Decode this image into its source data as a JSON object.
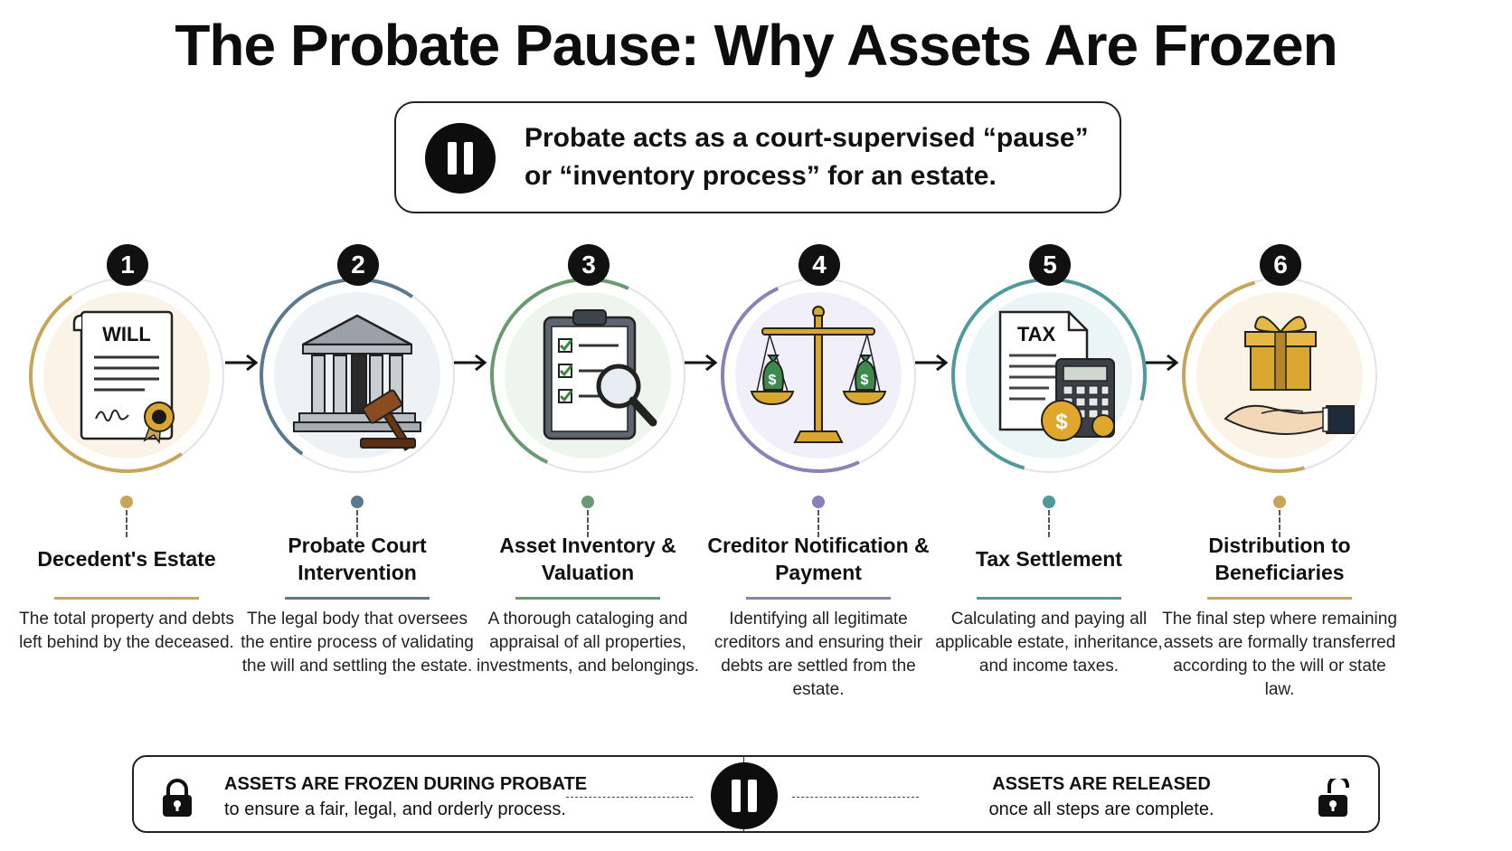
{
  "title": "The Probate Pause: Why Assets Are Frozen",
  "banner": {
    "icon": "pause-icon",
    "line1": "Probate acts as a court-supervised “pause”",
    "line2": "or “inventory process” for an estate."
  },
  "steps": [
    {
      "number": "1",
      "title": "Decedent's Estate",
      "description": "The total property and debts left behind by the deceased.",
      "icon": "will-document-icon",
      "accent": "#c9a55a",
      "icon_label": "WILL"
    },
    {
      "number": "2",
      "title": "Probate Court Intervention",
      "description": "The legal body that oversees the entire process of validating the will and settling the estate.",
      "icon": "courthouse-gavel-icon",
      "accent": "#5b7a90"
    },
    {
      "number": "3",
      "title": "Asset Inventory & Valuation",
      "description": "A thorough cataloging and appraisal of all properties, investments, and belongings.",
      "icon": "clipboard-magnifier-icon",
      "accent": "#6a9a72"
    },
    {
      "number": "4",
      "title": "Creditor Notification & Payment",
      "description": "Identifying all legitimate creditors and ensuring their debts are settled from the estate.",
      "icon": "scales-money-icon",
      "accent": "#8d7fb8"
    },
    {
      "number": "5",
      "title": "Tax Settlement",
      "description": "Calculating and paying all applicable estate, inheritance, and income taxes.",
      "icon": "tax-calculator-icon",
      "accent": "#4f9a9a",
      "icon_label": "TAX"
    },
    {
      "number": "6",
      "title": "Distribution to Beneficiaries",
      "description": "The final step where remaining assets are formally transferred according to the will or state law.",
      "icon": "gift-hand-icon",
      "accent": "#c9a55a"
    }
  ],
  "footer": {
    "left_title": "ASSETS ARE FROZEN DURING PROBATE",
    "left_text": "to ensure a fair, legal, and orderly process.",
    "right_title": "ASSETS ARE RELEASED",
    "right_text": "once all steps are complete.",
    "left_icon": "locked-padlock-icon",
    "center_icon": "pause-icon",
    "right_icon": "unlocked-padlock-icon"
  }
}
